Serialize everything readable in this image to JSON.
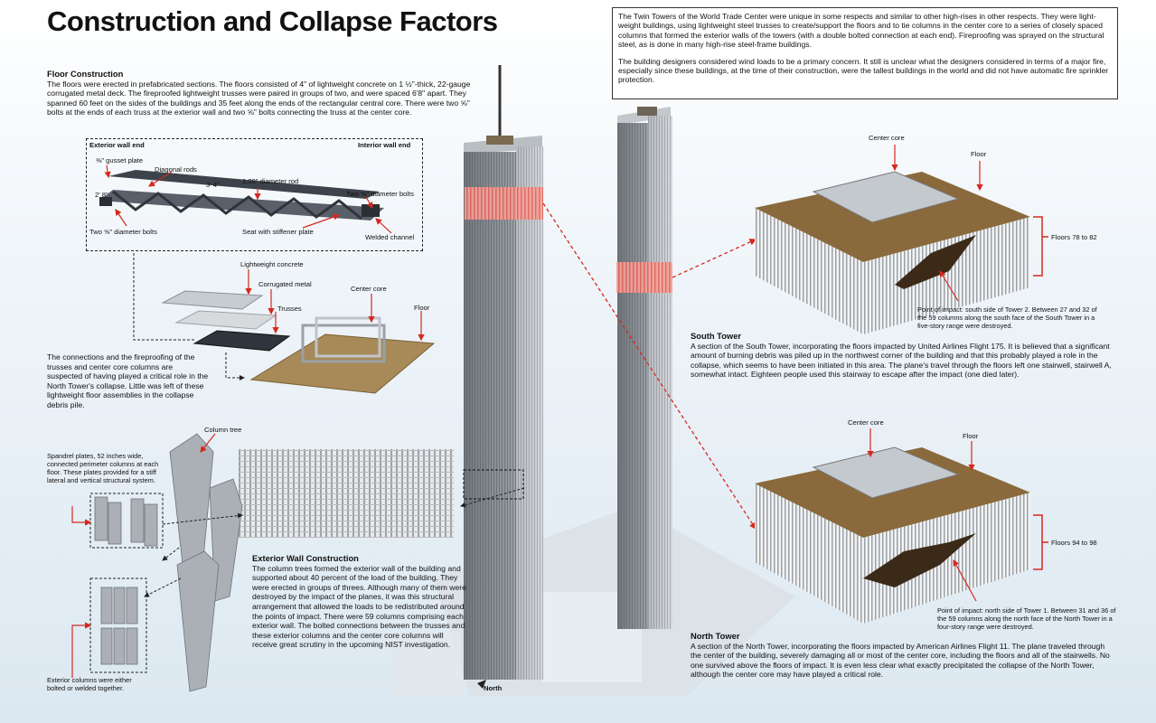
{
  "title": "Construction and Collapse Factors",
  "intro": {
    "p1": "The Twin Towers of the World Trade Center were unique in some respects and similar to other high-rises in other respects. They were light-weight buildings, using lightweight steel trusses to create/support the floors and to tie columns in the center core to a series of closely spaced columns that formed the exterior walls of the towers (with a double bolted connection at each end). Fireproofing was sprayed on the structural steel, as is done in many high-rise steel-frame buildings.",
    "p2": "The building designers considered wind loads to be a primary concern. It still is unclear what the designers considered in terms of a major fire, especially since these buildings, at the time of their construction, were the tallest buildings in the world and did not have automatic fire sprinkler protection."
  },
  "floor_construction": {
    "heading": "Floor Construction",
    "text": "The floors were erected in prefabricated sections. The floors consisted of 4\" of lightweight concrete on 1 ½\"-thick, 22-gauge corrugated metal deck. The fireproofed lightweight trusses were paired in groups of two, and were spaced 6'8\" apart. They spanned 60 feet on the sides of the buildings and 35 feet along the ends of the rectangular central core. There were two ⅝\" bolts at the ends of each truss at the exterior wall and two ⅝\" bolts connecting the truss at the center core."
  },
  "truss_detail": {
    "exterior_wall_end": "Exterior wall end",
    "interior_wall_end": "Interior wall end",
    "gusset_plate": "⅜\" gusset plate",
    "diagonal_rods": "Diagonal rods",
    "dim_34": "3' 4\"",
    "rod_diameter": "1.09\" diameter rod",
    "height": "2' 8\"",
    "two_bolts_right": "Two ⅝\" diameter bolts",
    "two_bolts_left": "Two ⅝\" diameter bolts",
    "seat_plate": "Seat with stiffener plate",
    "welded_channel": "Welded channel"
  },
  "floor_assembly": {
    "lightweight_concrete": "Lightweight concrete",
    "corrugated_metal": "Corrugated metal",
    "trusses": "Trusses",
    "center_core": "Center core",
    "floor": "Floor"
  },
  "connections_note": "The connections and the fireproofing of the trusses and center core columns are suspected of having played a critical role in the North Tower's collapse. Little was left of these lightweight floor assemblies in the collapse debris pile.",
  "exterior_wall": {
    "column_tree": "Column tree",
    "spandrel_note": "Spandrel plates, 52 inches wide, connected perimeter columns at each floor. These plates provided for a stiff lateral and vertical structural system.",
    "columns_note": "Exterior columns were either bolted or welded together.",
    "heading": "Exterior Wall Construction",
    "text": "The column trees formed the exterior wall of the building and supported about 40 percent of the load of the building. They were erected in groups of threes. Although many of them were destroyed by the impact of the planes, it was this structural arrangement that allowed the loads to be redistributed around the points of impact. There were 59 columns comprising each exterior wall. The bolted connections between the trusses and these exterior columns and the center core columns will receive great scrutiny in the upcoming NIST investigation."
  },
  "north_arrow": "North",
  "south_tower": {
    "center_core": "Center core",
    "floor": "Floor",
    "floors_range": "Floors 78 to 82",
    "impact_note": "Point of impact: south side of Tower 2. Between 27 and 32 of the 59 columns along the south face of the South Tower in a five-story range were destroyed.",
    "heading": "South Tower",
    "text": "A section of the South Tower, incorporating the floors impacted by United Airlines Flight 175. It is believed that a significant amount of burning debris was piled up in the northwest corner of the building and that this probably played a role in the collapse, which seems to have been initiated in this area. The plane's travel through the floors left one stairwell, stairwell A, somewhat intact. Eighteen people used this stairway to escape after the impact (one died later)."
  },
  "north_tower": {
    "center_core": "Center core",
    "floor": "Floor",
    "floors_range": "Floors 94 to 98",
    "impact_note": "Point of impact: north side of Tower 1. Between 31 and 36 of the 59 columns along the north face of the North Tower in a four-story range were destroyed.",
    "heading": "North Tower",
    "text": "A section of the North Tower, incorporating the floors impacted by American Airlines Flight 11. The plane traveled through the center of the building, severely damaging all or most of the center core, including the floors and all of the stairwells. No one survived above the floors of impact. It is even less clear what exactly precipitated the collapse of the North Tower, although the center core may have played a critical role."
  },
  "colors": {
    "accent_red": "#d6281f",
    "floor_brown": "#8a6a3c",
    "tower_gray": "#8e949a"
  }
}
